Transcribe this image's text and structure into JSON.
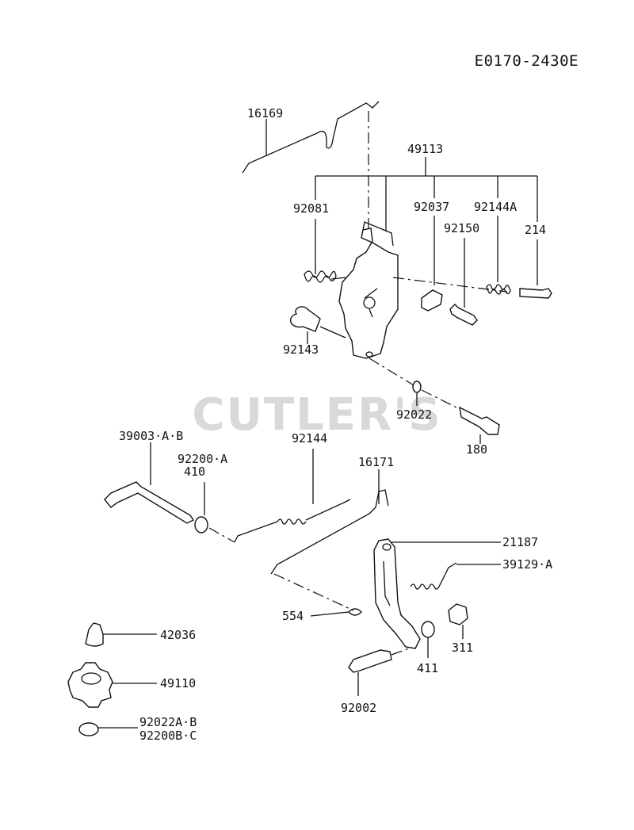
{
  "diagram_code": "E0170-2430E",
  "watermark": "CUTLER'S",
  "labels": {
    "p16169": "16169",
    "p49113": "49113",
    "p92081": "92081",
    "p92037": "92037",
    "p92144A": "92144A",
    "p92150": "92150",
    "p214": "214",
    "p92143": "92143",
    "p92022": "92022",
    "p180": "180",
    "p39003": "39003·A·B",
    "p92200A": "92200·A",
    "p410": "410",
    "p92144": "92144",
    "p16171": "16171",
    "p21187": "21187",
    "p39129": "39129·A",
    "p554": "554",
    "p42036": "42036",
    "p49110": "49110",
    "p411": "411",
    "p311": "311",
    "p92002": "92002",
    "p92022AB": "92022A·B",
    "p92200BC": "92200B·C"
  }
}
